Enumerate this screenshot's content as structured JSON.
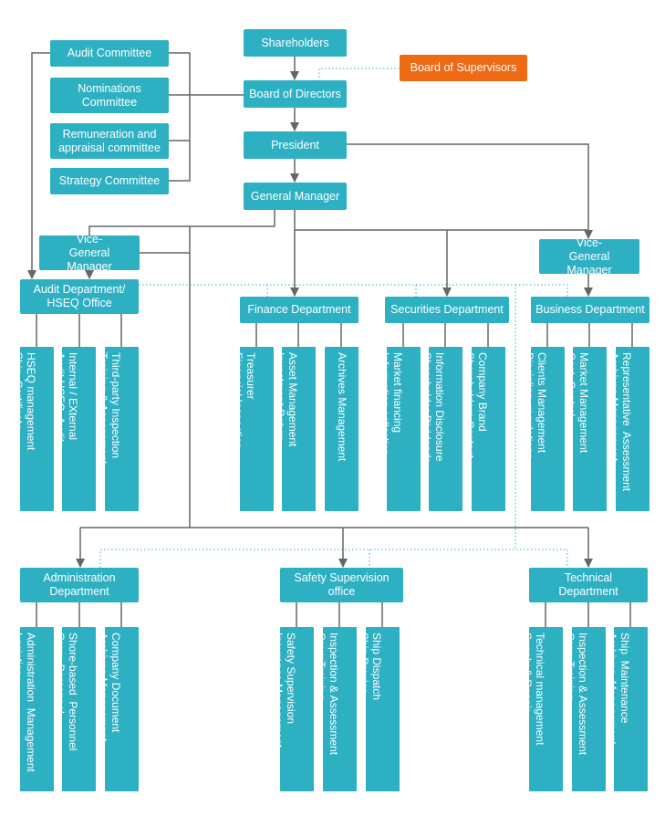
{
  "colors": {
    "box": "#2eb0c3",
    "highlight": "#ef6a14",
    "line": "#666666",
    "dotted": "#2eb0c3"
  },
  "top": {
    "shareholders": "Shareholders",
    "board_of_directors": "Board of Directors",
    "board_of_supervisors": "Board of Supervisors",
    "president": "President",
    "general_manager": "General Manager"
  },
  "committees": {
    "audit": "Audit Committee",
    "nominations": "Nominations Committee",
    "remuneration": "Remuneration and appraisal committee",
    "strategy": "Strategy Committee"
  },
  "vice_gm_left": "Vice-General Manager",
  "vice_gm_right": "Vice-General Manager",
  "departments": {
    "audit": {
      "name": "Audit Department/ HSEQ Office",
      "items": [
        [
          "HSEQ management",
          "Ship  Certificate"
        ],
        [
          "Internal / EXternal",
          "Audit HSEQ  Audit"
        ],
        [
          "Third-party Inspection",
          "Training & Assessment"
        ]
      ]
    },
    "finance": {
      "name": "Finance Department",
      "items": [
        [
          "Treasurer",
          "Financial Inspection"
        ],
        [
          "Asset Management",
          "Investment Return"
        ],
        [
          "Archives Management"
        ]
      ]
    },
    "securities": {
      "name": "Securities Department",
      "items": [
        [
          "Market financing",
          "Information collection"
        ],
        [
          "Information Disclosure",
          "Shareholder Dividends"
        ],
        [
          "Company Brand",
          "Shareholders Contact"
        ]
      ]
    },
    "business": {
      "name": "Business Department",
      "items": [
        [
          "Clients Management",
          "Discipline  regulations"
        ],
        [
          "Market Management",
          "Cost  Control"
        ],
        [
          "Representative  Assessment",
          "Archives Management"
        ]
      ]
    },
    "administration": {
      "name": "Administration Department",
      "items": [
        [
          "Administration  Management",
          "Logistics"
        ],
        [
          "Shore-based  Personnel",
          "Crew  Personnel"
        ],
        [
          "Company Document",
          "Archives Management"
        ]
      ]
    },
    "safety": {
      "name": "Safety Supervision office",
      "items": [
        [
          "Safety Supervision",
          "Insurance Management"
        ],
        [
          "Inspection & Assessment",
          "Crew Training"
        ],
        [
          "Ship Dispatch",
          "Ship Proxies"
        ]
      ]
    },
    "technical": {
      "name": "Technical Department",
      "items": [
        [
          "Technical management",
          "Supply & Repair"
        ],
        [
          "Inspection & Assessment",
          "Crew Training"
        ],
        [
          "Ship  Maintenance",
          "Archives  Management"
        ]
      ]
    }
  }
}
